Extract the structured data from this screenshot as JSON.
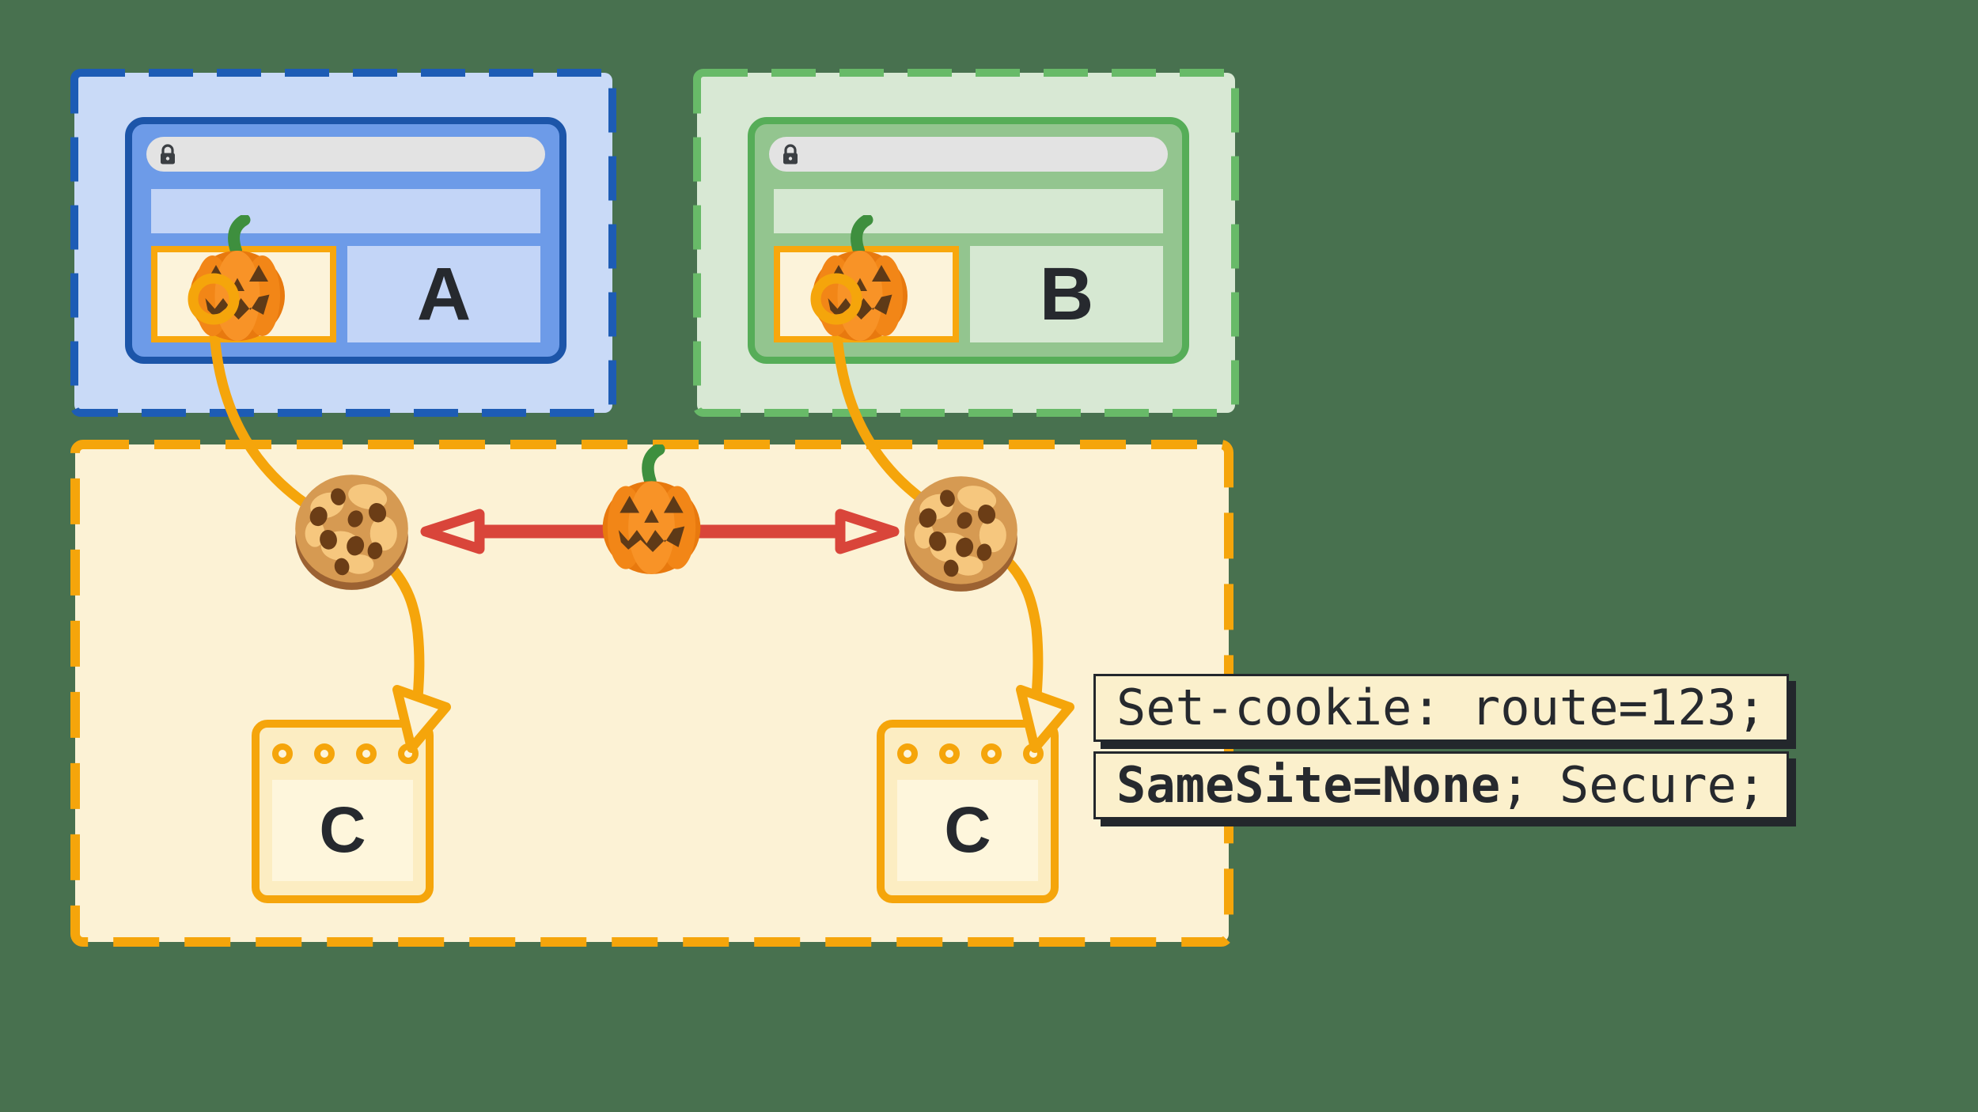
{
  "page": {
    "background_color": "#48714F"
  },
  "site_a": {
    "label": "A",
    "dash_color": "#1D5CB5",
    "fill_color": "#C9DAF7",
    "browser_color": "#6D9BE8",
    "url_bar_icon": "lock-icon",
    "iframe_icon": "pumpkin-icon"
  },
  "site_b": {
    "label": "B",
    "dash_color": "#68BA68",
    "fill_color": "#D8E8D4",
    "browser_color": "#93C58F",
    "url_bar_icon": "lock-icon",
    "iframe_icon": "pumpkin-icon"
  },
  "third_party_c": {
    "dash_color": "#F5A50B",
    "fill_color": "#FCF2D5",
    "windows": [
      {
        "label": "C"
      },
      {
        "label": "C"
      }
    ],
    "icons": [
      "cookie-icon",
      "pumpkin-icon",
      "cookie-icon"
    ],
    "share_arrow_color": "#D9453A",
    "flow_arrow_color": "#F5A50B"
  },
  "annotation": {
    "line1": "Set-cookie: route=123;",
    "line2_bold": "SameSite=None",
    "line2_rest": "; Secure;"
  }
}
